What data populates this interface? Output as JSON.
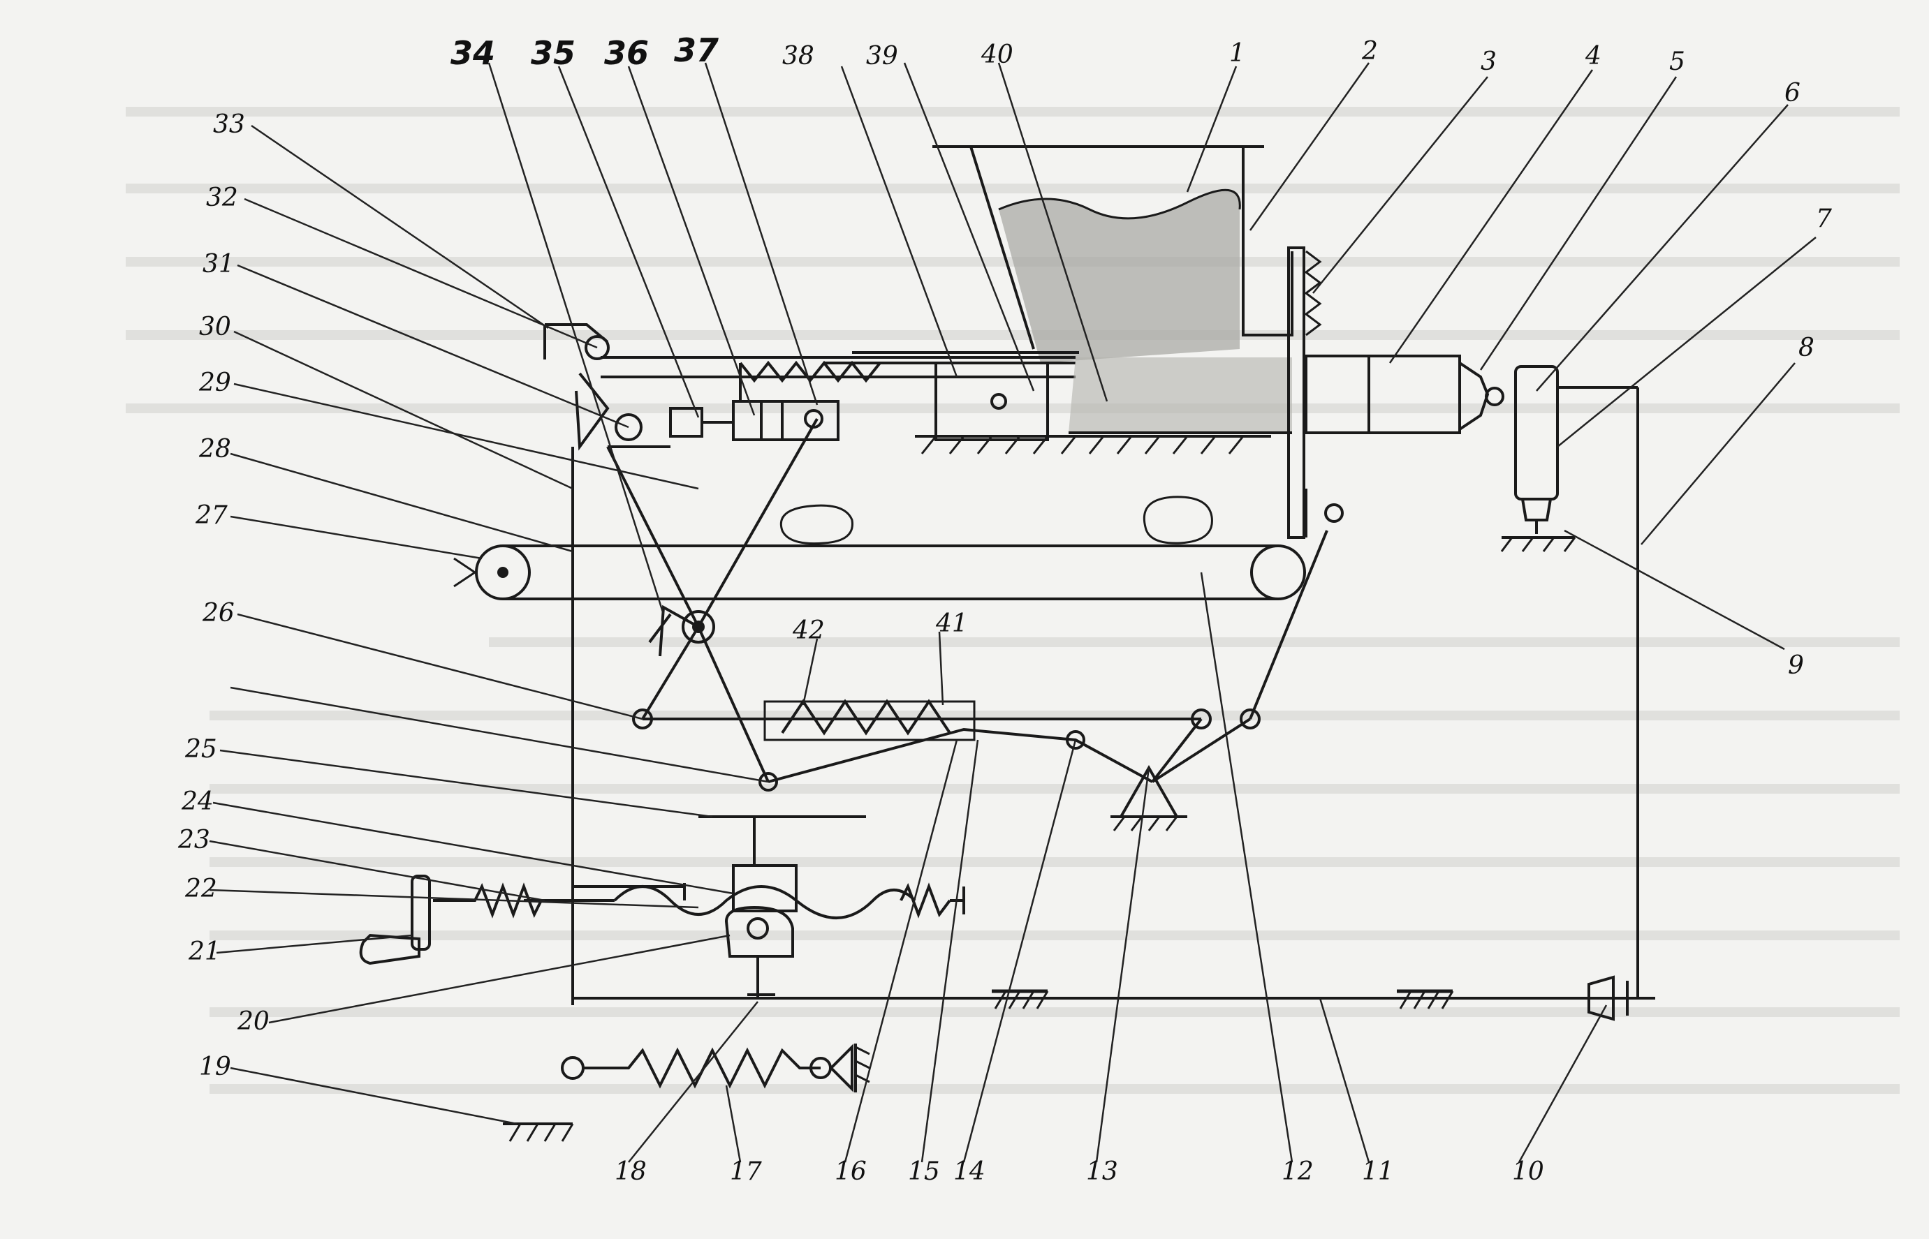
{
  "labels": [
    {
      "id": "1",
      "text": "1"
    },
    {
      "id": "2",
      "text": "2"
    },
    {
      "id": "3",
      "text": "3"
    },
    {
      "id": "4",
      "text": "4"
    },
    {
      "id": "5",
      "text": "5"
    },
    {
      "id": "6",
      "text": "6"
    },
    {
      "id": "7",
      "text": "7"
    },
    {
      "id": "8",
      "text": "8"
    },
    {
      "id": "9",
      "text": "9"
    },
    {
      "id": "10",
      "text": "10"
    },
    {
      "id": "11",
      "text": "11"
    },
    {
      "id": "12",
      "text": "12"
    },
    {
      "id": "13",
      "text": "13"
    },
    {
      "id": "14",
      "text": "14"
    },
    {
      "id": "15",
      "text": "15"
    },
    {
      "id": "16",
      "text": "16"
    },
    {
      "id": "17",
      "text": "17"
    },
    {
      "id": "18",
      "text": "18"
    },
    {
      "id": "19",
      "text": "19"
    },
    {
      "id": "20",
      "text": "20"
    },
    {
      "id": "21",
      "text": "21"
    },
    {
      "id": "22",
      "text": "22"
    },
    {
      "id": "23",
      "text": "23"
    },
    {
      "id": "24",
      "text": "24"
    },
    {
      "id": "25",
      "text": "25"
    },
    {
      "id": "26",
      "text": "26"
    },
    {
      "id": "27",
      "text": "27"
    },
    {
      "id": "28",
      "text": "28"
    },
    {
      "id": "29",
      "text": "29"
    },
    {
      "id": "30",
      "text": "30"
    },
    {
      "id": "31",
      "text": "31"
    },
    {
      "id": "32",
      "text": "32"
    },
    {
      "id": "33",
      "text": "33"
    },
    {
      "id": "34",
      "text": "34"
    },
    {
      "id": "35",
      "text": "35"
    },
    {
      "id": "36",
      "text": "36"
    },
    {
      "id": "37",
      "text": "37"
    },
    {
      "id": "38",
      "text": "38"
    },
    {
      "id": "39",
      "text": "39"
    },
    {
      "id": "40",
      "text": "40"
    },
    {
      "id": "41",
      "text": "41"
    },
    {
      "id": "42",
      "text": "42"
    }
  ],
  "colors": {
    "ink": "#1a1a1a",
    "paper": "#f3f3f1",
    "material": "#9a9a96"
  }
}
